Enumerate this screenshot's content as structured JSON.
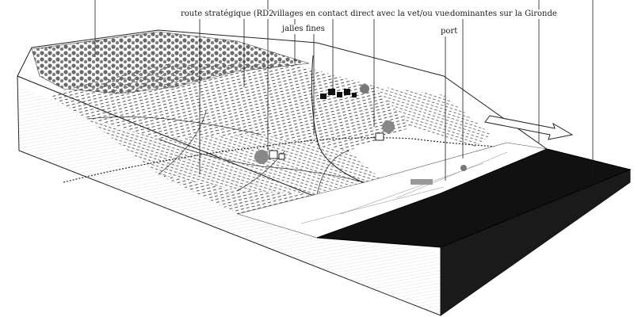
{
  "labels": {
    "route": "route stratégique (RD2)",
    "villages": "villages en contact direct avec la vigne",
    "jalles": "jalles fines",
    "vues_prefix": "et/ou vues",
    "vues_main": "dominantes sur la Gironde",
    "port": "port"
  },
  "colors": {
    "ink": "#1a1a1a",
    "river": "#111111",
    "forest": "#5a5a5a",
    "paper": "#ffffff"
  }
}
